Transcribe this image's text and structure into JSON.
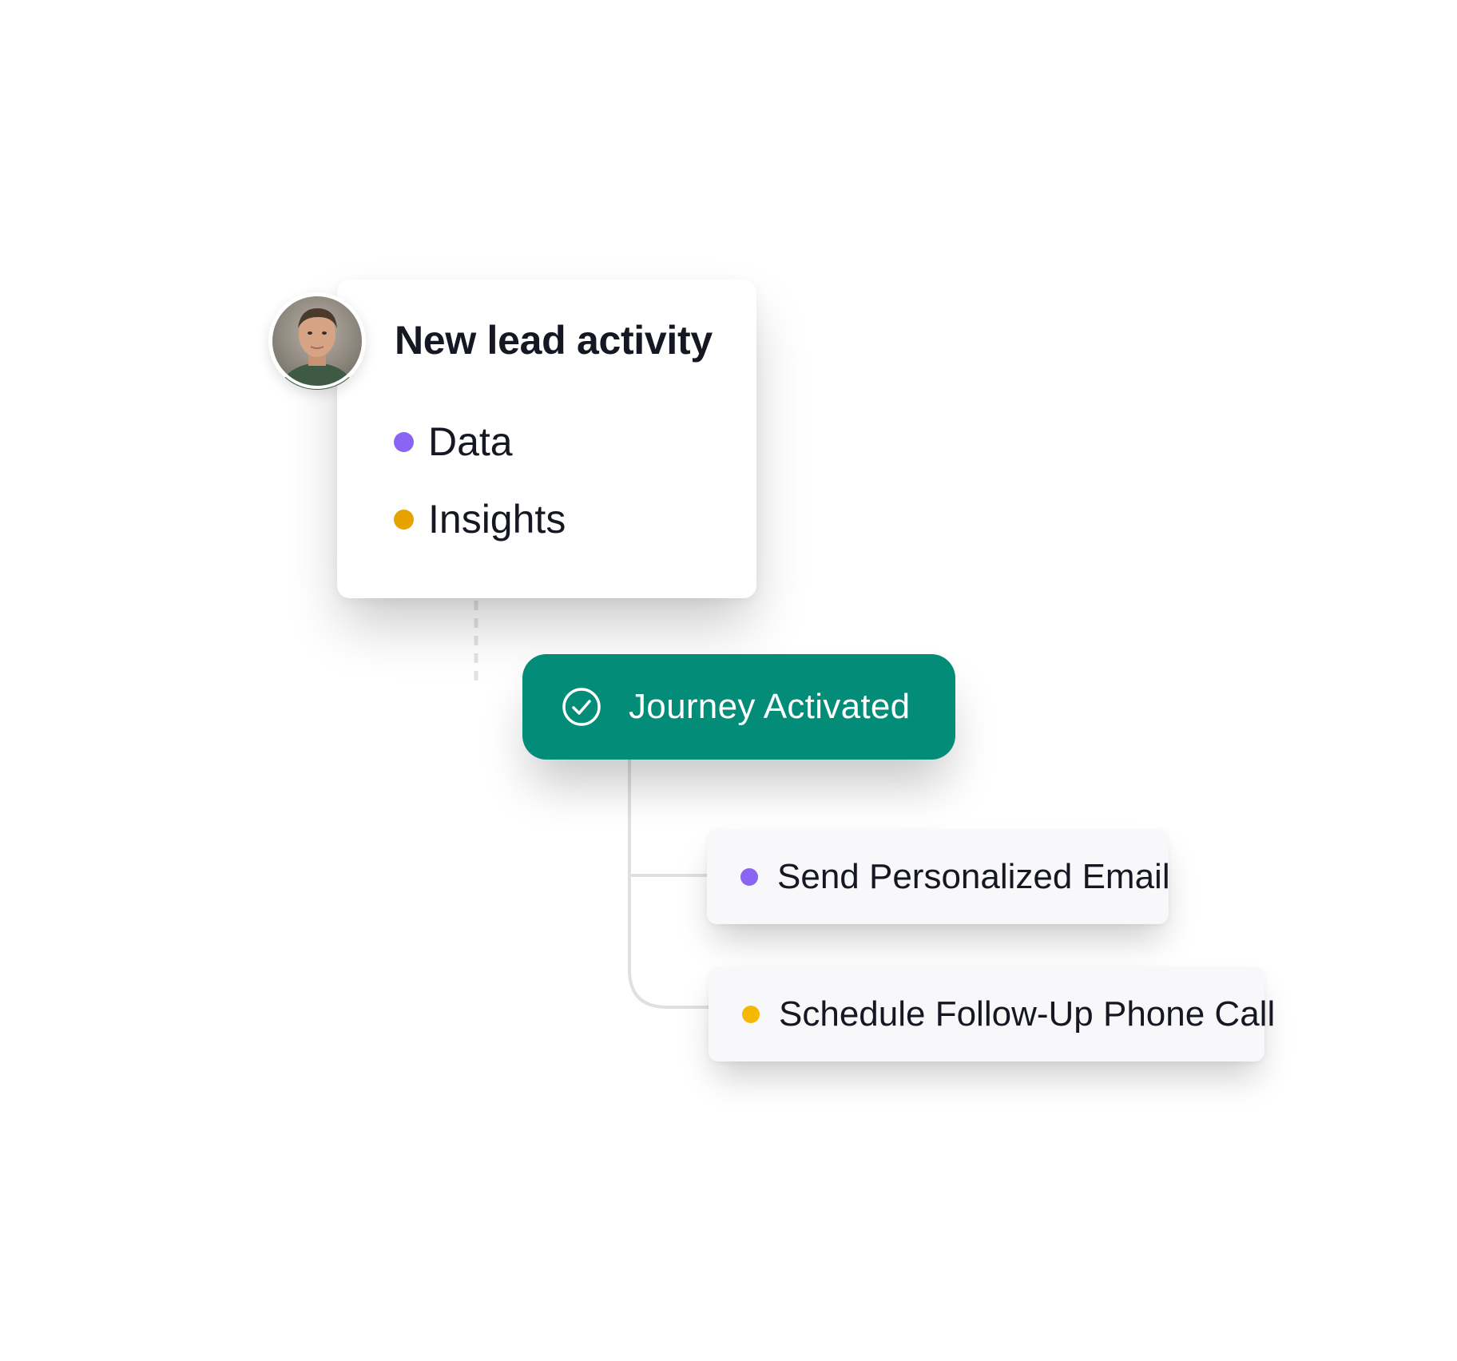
{
  "lead_card": {
    "title": "New lead activity",
    "tags": [
      {
        "label": "Data",
        "color": "#8a64f2"
      },
      {
        "label": "Insights",
        "color": "#e6a300"
      }
    ]
  },
  "journey": {
    "label": "Journey Activated",
    "icon": "check-circle-icon",
    "color": "#038d79"
  },
  "actions": [
    {
      "label": "Send Personalized Email",
      "color": "#8a64f2"
    },
    {
      "label": "Schedule Follow-Up Phone Call",
      "color": "#f5b800"
    }
  ],
  "avatar": {
    "icon": "person-photo"
  }
}
